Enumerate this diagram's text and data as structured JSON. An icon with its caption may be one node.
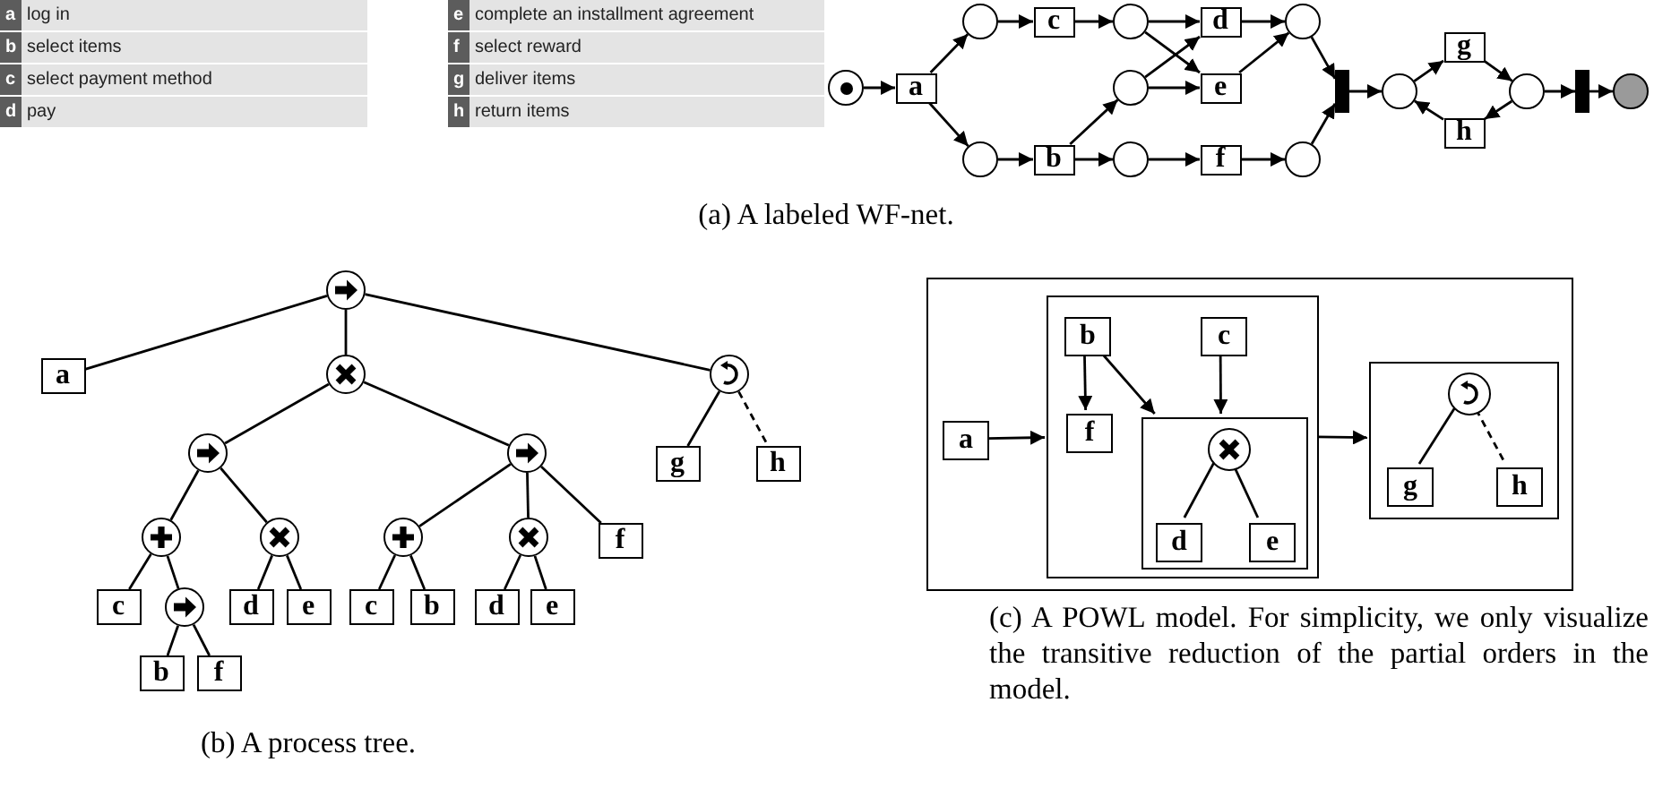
{
  "diagram": {
    "nodes": [
      {
        "text": [],
        "shape": "circle"
      },
      {
        "text": [
          "a"
        ]
      },
      {
        "text": [],
        "shape": "circle"
      },
      {
        "text": [
          "c"
        ]
      },
      {
        "text": [],
        "shape": "circle"
      },
      {
        "text": [
          "d"
        ]
      },
      {
        "text": [],
        "shape": "circle"
      },
      {
        "text": [],
        "shape": "circle"
      },
      {
        "text": [
          "e"
        ]
      },
      {
        "text": [],
        "shape": "circle"
      },
      {
        "text": [
          "b"
        ]
      },
      {
        "text": [],
        "shape": "circle"
      },
      {
        "text": [
          "f"
        ]
      },
      {
        "text": [],
        "shape": "circle"
      },
      {
        "text": [],
        "shape": "bar"
      },
      {
        "text": [],
        "shape": "circle"
      },
      {
        "text": [
          "g"
        ]
      },
      {
        "text": [
          "h"
        ]
      },
      {
        "text": [],
        "shape": "circle"
      },
      {
        "text": [],
        "shape": "bar"
      },
      {
        "text": [],
        "shape": "circle"
      },
      {
        "text": [],
        "shape": "circle"
      },
      {
        "text": [
          "a"
        ]
      },
      {
        "text": [],
        "shape": "circle"
      },
      {
        "text": [],
        "shape": "circle"
      },
      {
        "text": [],
        "shape": "circle"
      },
      {
        "text": [],
        "shape": "circle"
      },
      {
        "text": [
          "g"
        ]
      },
      {
        "text": [
          "h"
        ]
      },
      {
        "text": [],
        "shape": "circle"
      },
      {
        "text": [],
        "shape": "circle"
      },
      {
        "text": [],
        "shape": "circle"
      },
      {
        "text": [],
        "shape": "circle"
      },
      {
        "text": [
          "f"
        ]
      },
      {
        "text": [
          "c"
        ]
      },
      {
        "text": [],
        "shape": "circle"
      },
      {
        "text": [
          "d"
        ]
      },
      {
        "text": [
          "e"
        ]
      },
      {
        "text": [
          "c"
        ]
      },
      {
        "text": [
          "b"
        ]
      },
      {
        "text": [
          "d"
        ]
      },
      {
        "text": [
          "e"
        ]
      },
      {
        "text": [
          "b"
        ]
      },
      {
        "text": [
          "f"
        ]
      },
      {
        "text": [],
        "shape": "box"
      },
      {
        "text": [
          "a"
        ],
        "in": 44
      },
      {
        "text": [],
        "shape": "box",
        "in": 44
      },
      {
        "text": [
          "b"
        ],
        "in": 46
      },
      {
        "text": [
          "c"
        ],
        "in": 46
      },
      {
        "text": [
          "f"
        ],
        "in": 46
      },
      {
        "text": [],
        "shape": "box",
        "in": 46
      },
      {
        "text": [],
        "shape": "circle",
        "in": 50
      },
      {
        "text": [
          "d"
        ],
        "in": 50
      },
      {
        "text": [
          "e"
        ],
        "in": 50
      },
      {
        "text": [],
        "shape": "box",
        "in": 44
      },
      {
        "text": [],
        "shape": "circle",
        "in": 54
      },
      {
        "text": [
          "g"
        ],
        "in": 54
      },
      {
        "text": [
          "h"
        ],
        "in": 54
      }
    ],
    "edges": [
      {
        "from": 0,
        "to": 1,
        "arrow": "to"
      },
      {
        "from": 1,
        "to": 2,
        "arrow": "to"
      },
      {
        "from": 1,
        "to": 9,
        "arrow": "to"
      },
      {
        "from": 2,
        "to": 3,
        "arrow": "to"
      },
      {
        "from": 3,
        "to": 4,
        "arrow": "to"
      },
      {
        "from": 4,
        "to": 5,
        "arrow": "to"
      },
      {
        "from": 4,
        "to": 8,
        "arrow": "to"
      },
      {
        "from": 7,
        "to": 5,
        "arrow": "to"
      },
      {
        "from": 7,
        "to": 8,
        "arrow": "to"
      },
      {
        "from": 5,
        "to": 6,
        "arrow": "to"
      },
      {
        "from": 8,
        "to": 6,
        "arrow": "to"
      },
      {
        "from": 9,
        "to": 10,
        "arrow": "to"
      },
      {
        "from": 10,
        "to": 11,
        "arrow": "to"
      },
      {
        "from": 10,
        "to": 7,
        "arrow": "to"
      },
      {
        "from": 11,
        "to": 12,
        "arrow": "to"
      },
      {
        "from": 12,
        "to": 13,
        "arrow": "to"
      },
      {
        "from": 6,
        "to": 14,
        "arrow": "to"
      },
      {
        "from": 13,
        "to": 14,
        "arrow": "to"
      },
      {
        "from": 14,
        "to": 15,
        "arrow": "to"
      },
      {
        "from": 15,
        "to": 16,
        "arrow": "to"
      },
      {
        "from": 16,
        "to": 18,
        "arrow": "to"
      },
      {
        "from": 18,
        "to": 17,
        "arrow": "to"
      },
      {
        "from": 17,
        "to": 15,
        "arrow": "to"
      },
      {
        "from": 18,
        "to": 19,
        "arrow": "to"
      },
      {
        "from": 19,
        "to": 20,
        "arrow": "to"
      },
      {
        "from": 21,
        "to": 22,
        "arrow": "none"
      },
      {
        "from": 21,
        "to": 23,
        "arrow": "none"
      },
      {
        "from": 21,
        "to": 24,
        "arrow": "none"
      },
      {
        "from": 23,
        "to": 25,
        "arrow": "none"
      },
      {
        "from": 23,
        "to": 26,
        "arrow": "none"
      },
      {
        "from": 24,
        "to": 27,
        "arrow": "none"
      },
      {
        "from": 24,
        "to": 28,
        "arrow": "none",
        "style": "dashed"
      },
      {
        "from": 25,
        "to": 29,
        "arrow": "none"
      },
      {
        "from": 25,
        "to": 30,
        "arrow": "none"
      },
      {
        "from": 26,
        "to": 31,
        "arrow": "none"
      },
      {
        "from": 26,
        "to": 32,
        "arrow": "none"
      },
      {
        "from": 26,
        "to": 33,
        "arrow": "none"
      },
      {
        "from": 29,
        "to": 34,
        "arrow": "none"
      },
      {
        "from": 29,
        "to": 35,
        "arrow": "none"
      },
      {
        "from": 30,
        "to": 36,
        "arrow": "none"
      },
      {
        "from": 30,
        "to": 37,
        "arrow": "none"
      },
      {
        "from": 31,
        "to": 38,
        "arrow": "none"
      },
      {
        "from": 31,
        "to": 39,
        "arrow": "none"
      },
      {
        "from": 32,
        "to": 40,
        "arrow": "none"
      },
      {
        "from": 32,
        "to": 41,
        "arrow": "none"
      },
      {
        "from": 35,
        "to": 42,
        "arrow": "none"
      },
      {
        "from": 35,
        "to": 43,
        "arrow": "none"
      },
      {
        "from": 45,
        "to": 46,
        "arrow": "to"
      },
      {
        "from": 47,
        "to": 49,
        "arrow": "to"
      },
      {
        "from": 47,
        "to": 50,
        "arrow": "to"
      },
      {
        "from": 48,
        "to": 50,
        "arrow": "to"
      },
      {
        "from": 46,
        "to": 54,
        "arrow": "to"
      },
      {
        "from": 51,
        "to": 52,
        "arrow": "none"
      },
      {
        "from": 51,
        "to": 53,
        "arrow": "none"
      },
      {
        "from": 55,
        "to": 56,
        "arrow": "none"
      },
      {
        "from": 55,
        "to": 57,
        "arrow": "none",
        "style": "dashed"
      }
    ],
    "labels": [
      "a",
      "log in",
      "e",
      "complete an installment agreement",
      "b",
      "select items",
      "f",
      "select reward",
      "c",
      "select payment method",
      "g",
      "deliver items",
      "d",
      "pay",
      "h",
      "return items",
      "(a) A labeled WF-net.",
      "(b) A process tree.",
      "(c) A POWL model. For simplicity, we only visualize the transitive reduction of the partial orders in the model."
    ]
  }
}
